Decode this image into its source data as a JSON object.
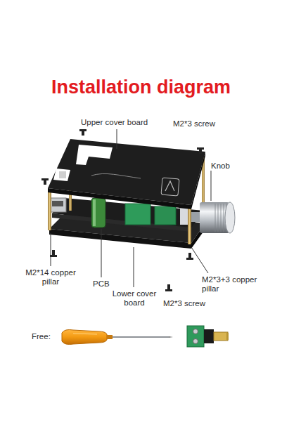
{
  "diagram": {
    "title": "Installation diagram",
    "labels": [
      "Upper cover board",
      "M2*3 screw",
      "Knob",
      "M2*14 copper pillar",
      "PCB",
      "M2*3+3 copper pillar",
      "Lower cover board",
      "M2*3 screw",
      "Free:"
    ]
  }
}
